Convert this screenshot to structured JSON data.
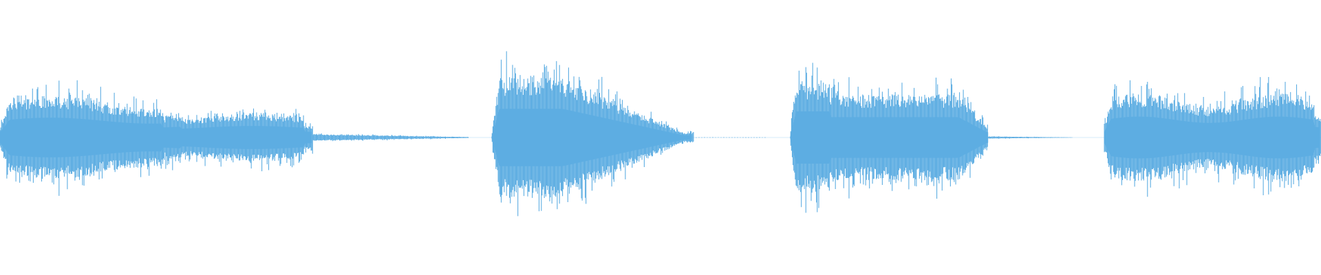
{
  "waveform": {
    "color": "#5dade2",
    "background": "#ffffff",
    "segments": [
      {
        "start": 0.0,
        "end": 0.237,
        "peak": 0.38,
        "texture": "dense-ragged"
      },
      {
        "start": 0.237,
        "end": 0.355,
        "peak": 0.03,
        "texture": "thin-tail"
      },
      {
        "start": 0.372,
        "end": 0.525,
        "peak": 0.55,
        "texture": "spiky-decay"
      },
      {
        "start": 0.525,
        "end": 0.58,
        "peak": 0.008,
        "texture": "hairline"
      },
      {
        "start": 0.598,
        "end": 0.748,
        "peak": 0.5,
        "texture": "dense-plateau-decay"
      },
      {
        "start": 0.748,
        "end": 0.812,
        "peak": 0.01,
        "texture": "thin-tail"
      },
      {
        "start": 0.836,
        "end": 1.0,
        "peak": 0.4,
        "texture": "dense-ragged"
      }
    ]
  }
}
